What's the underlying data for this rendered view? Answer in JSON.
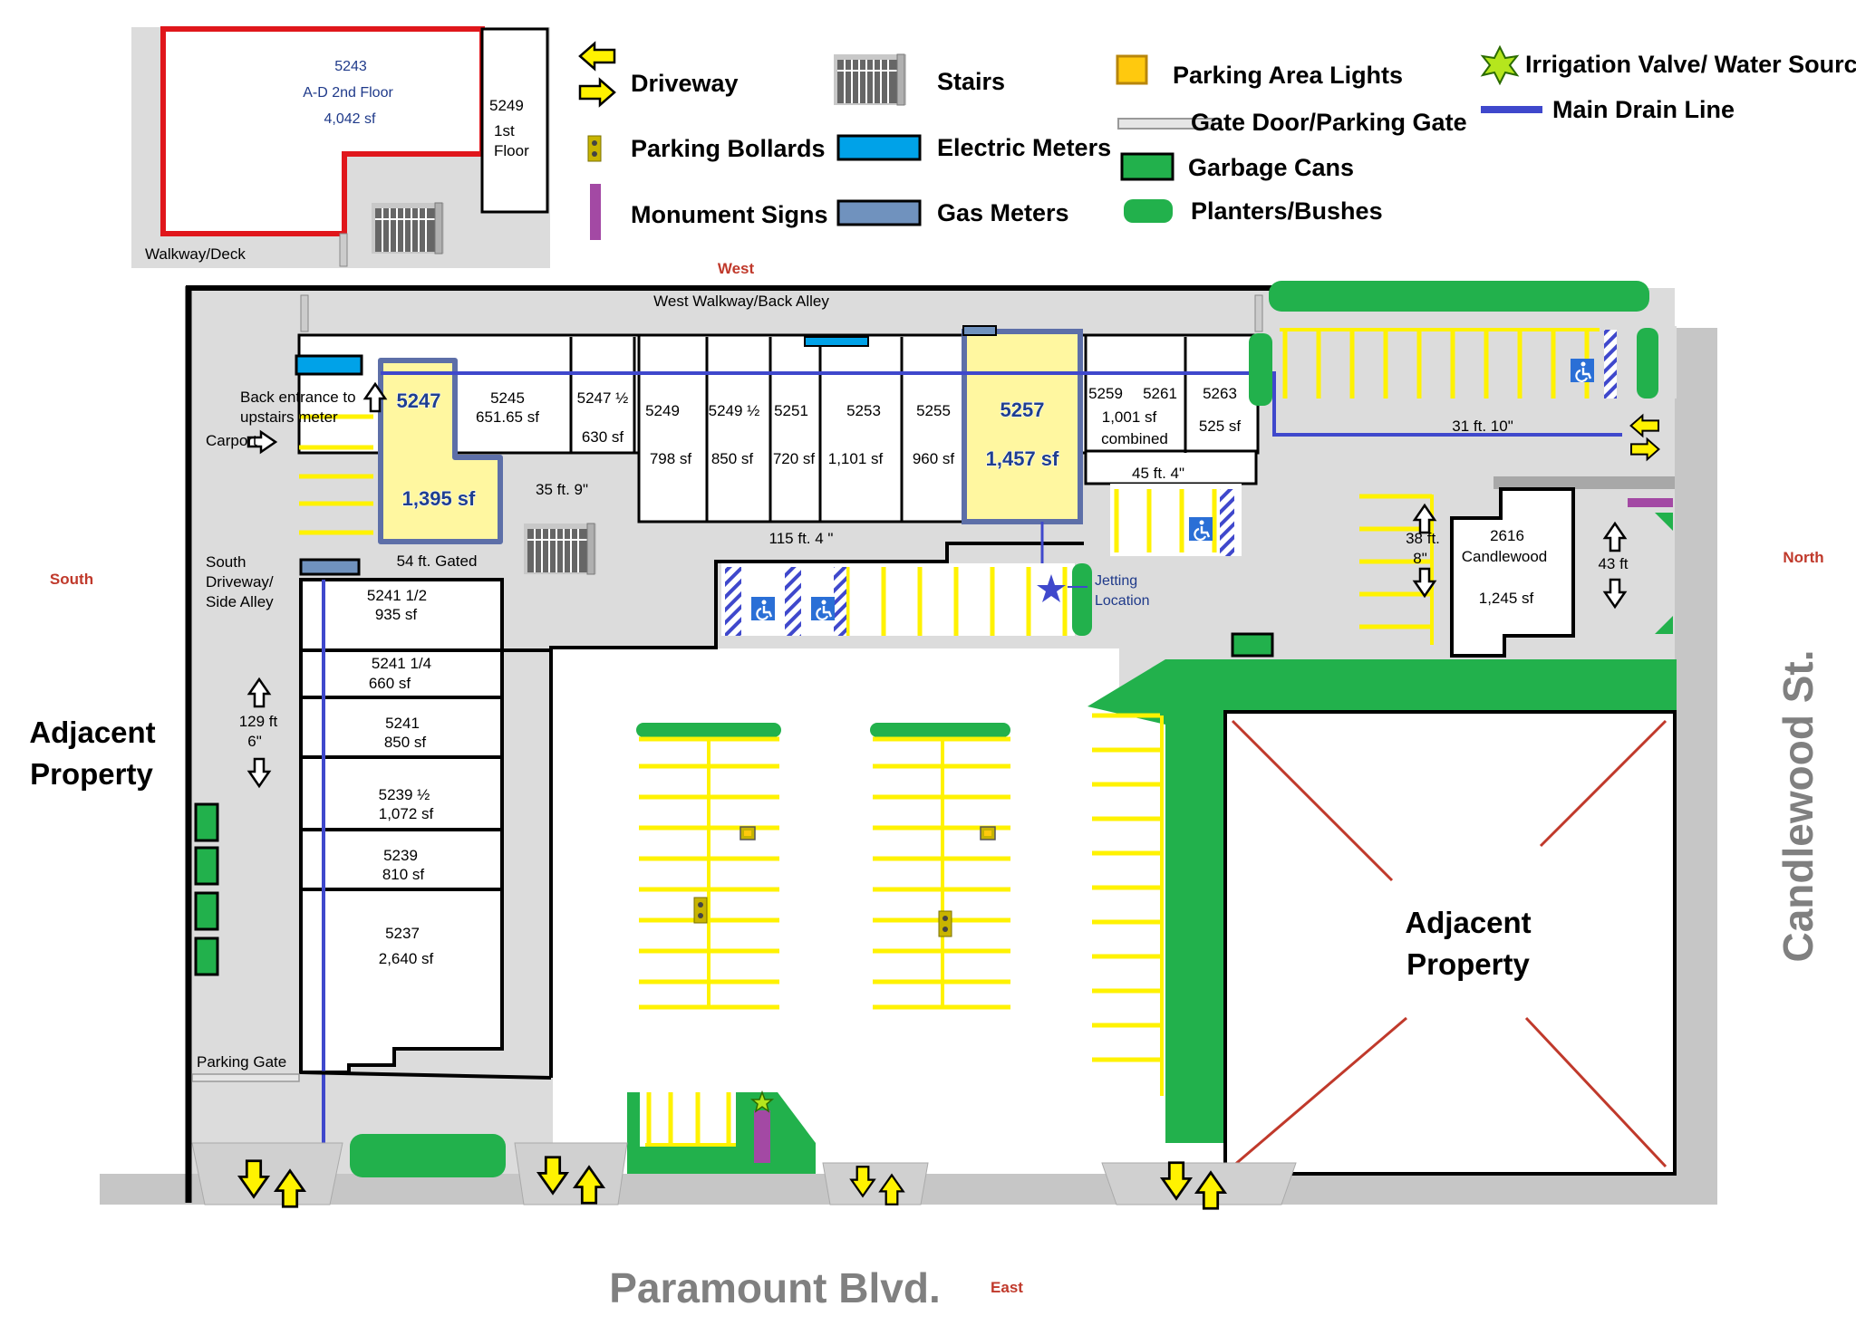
{
  "colors": {
    "pavement": "#dcdcdc",
    "street": "#c6c6c6",
    "green": "#22b14c",
    "yellow": "#fff200",
    "highlight": "#fff7a0",
    "drain": "#3f48cc",
    "electric": "#00a2e8",
    "gas": "#7092be",
    "red": "#e0161b",
    "sign": "#a349a4"
  },
  "legend": {
    "driveway": "Driveway",
    "bollards": "Parking Bollards",
    "monument": "Monument Signs",
    "stairs": "Stairs",
    "electric": "Electric Meters",
    "gas": "Gas Meters",
    "lights": "Parking Area Lights",
    "gate": "Gate Door/Parking Gate",
    "garbage": "Garbage Cans",
    "planters": "Planters/Bushes",
    "irrigation": "Irrigation Valve/ Water Source",
    "drain": "Main Drain Line"
  },
  "inset": {
    "unit_number": "5243",
    "unit_floor": "A-D 2nd Floor",
    "unit_area": "4,042 sf",
    "side_number": "5249",
    "side_floor_1": "1st",
    "side_floor_2": "Floor",
    "walkway": "Walkway/Deck"
  },
  "compass": {
    "west": "West",
    "south": "South",
    "north": "North",
    "east": "East"
  },
  "streets": {
    "bottom": "Paramount Blvd.",
    "right": "Candlewood St."
  },
  "adjacent": {
    "left_1": "Adjacent",
    "left_2": "Property",
    "right_1": "Adjacent",
    "right_2": "Property"
  },
  "labels": {
    "west_walkway": "West Walkway/Back Alley",
    "back_entrance_1": "Back entrance to",
    "back_entrance_2": "upstairs meter",
    "carport": "Carport",
    "south_1": "South",
    "south_2": "Driveway/",
    "south_3": "Side Alley",
    "len_129a": "129 ft",
    "len_129b": "6\"",
    "gated": "54 ft. Gated",
    "len_35": "35 ft. 9\"",
    "len_115": "115 ft. 4 \"",
    "len_45": "45 ft. 4\"",
    "len_31": "31 ft. 10\"",
    "len_38a": "38 ft.",
    "len_38b": "8\"",
    "len_43": "43 ft",
    "jetting_1": "Jetting",
    "jetting_2": "Location",
    "parking_gate": "Parking Gate"
  },
  "units_top": [
    {
      "number": "5245",
      "area": "651.65 sf"
    },
    {
      "number": "5247 ½",
      "area": "630 sf"
    },
    {
      "number": "5249",
      "area": "798 sf"
    },
    {
      "number": "5249 ½",
      "area": "850 sf"
    },
    {
      "number": "5251",
      "area": "720 sf"
    },
    {
      "number": "5253",
      "area": "1,101 sf"
    },
    {
      "number": "5255",
      "area": "960 sf"
    },
    {
      "number": "5259",
      "area": ""
    },
    {
      "number": "5261",
      "area": ""
    },
    {
      "number": "5263",
      "area": "525 sf"
    }
  ],
  "combined": {
    "area": "1,001 sf",
    "note": "combined"
  },
  "highlight_units": [
    {
      "number": "5247",
      "area": "1,395 sf"
    },
    {
      "number": "5257",
      "area": "1,457 sf"
    }
  ],
  "units_left": [
    {
      "number": "5241 1/2",
      "area": "935 sf"
    },
    {
      "number": "5241 1/4",
      "area": "660 sf"
    },
    {
      "number": "5241",
      "area": "850 sf"
    },
    {
      "number": "5239 ½",
      "area": "1,072 sf"
    },
    {
      "number": "5239",
      "area": "810 sf"
    },
    {
      "number": "5237",
      "area": "2,640 sf"
    }
  ],
  "building_2616": {
    "line1": "2616",
    "line2": "Candlewood",
    "area": "1,245 sf"
  }
}
